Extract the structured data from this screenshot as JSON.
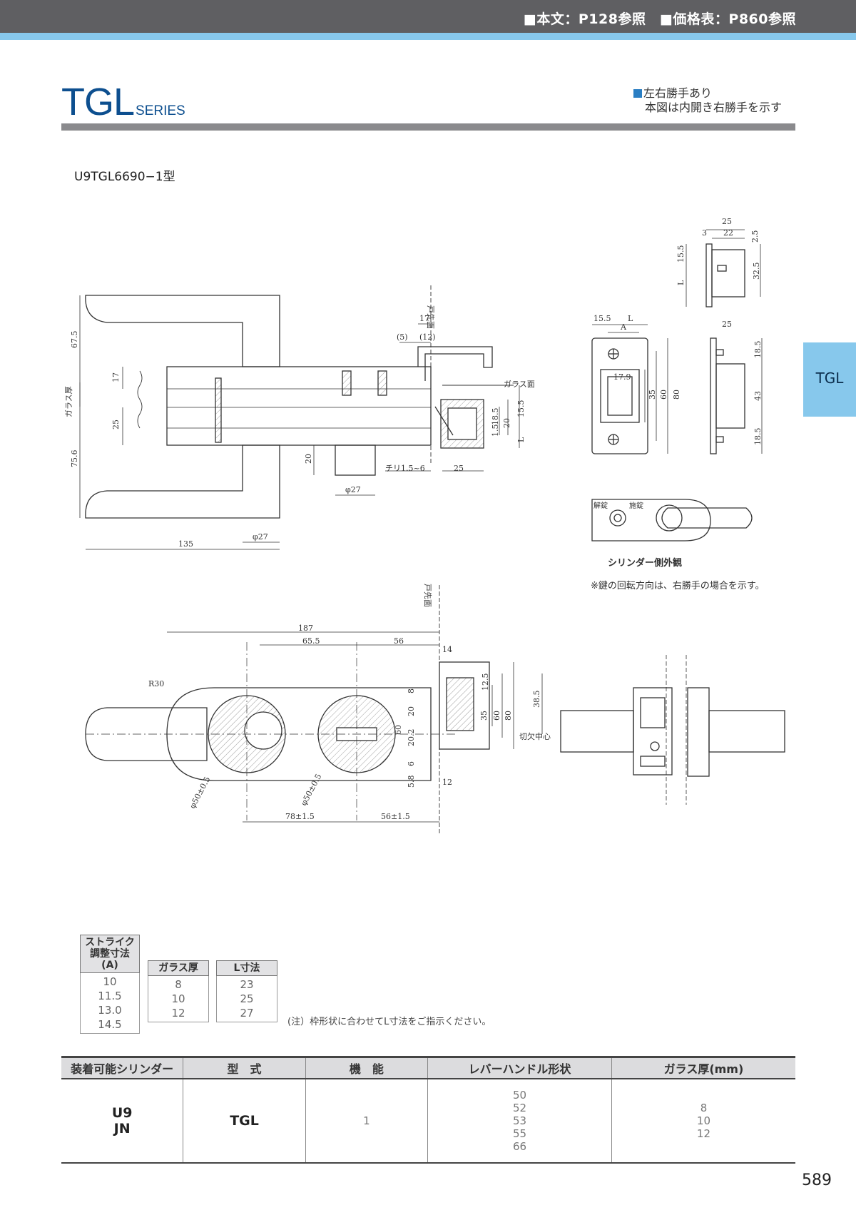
{
  "header": {
    "refs": "■本文：P128参照　■価格表：P860参照"
  },
  "series": {
    "name": "TGL",
    "suffix": "SERIES"
  },
  "note": {
    "line1": "左右勝手あり",
    "line2": "本図は内開き右勝手を示す"
  },
  "model": "U9TGL6690−1型",
  "side_tab": "TGL",
  "drawing_labels": {
    "door_face": "戸先面",
    "glass_face": "ガラス面",
    "glass_thickness": "ガラス厚",
    "d135": "135",
    "d67_5": "67.5",
    "d75_6": "75.6",
    "d17a": "17",
    "d25a": "25",
    "d20a": "20",
    "phi27a": "φ27",
    "phi27b": "φ27",
    "d17b": "17",
    "d5": "(5)",
    "d12p": "(12)",
    "chamfer": "チリ1.5~6",
    "d25b": "25",
    "d18_5": "18.5",
    "d1_5": "1.5",
    "d20b": "20",
    "d15_5": "15.5",
    "dL": "L",
    "sA": "A",
    "s15_5": "15.5",
    "sL": "L",
    "s17_9": "17.9",
    "s35": "35",
    "s60": "60",
    "s80": "80",
    "t25a": "25",
    "t3": "3",
    "t22": "22",
    "t2_5": "2.5",
    "t15_5": "15.5",
    "tL": "L",
    "t32_5": "32.5",
    "t25b": "25",
    "t18_5a": "18.5",
    "t43": "43",
    "t18_5b": "18.5",
    "unlock": "解錠",
    "lock": "施錠",
    "b187": "187",
    "b65_5": "65.5",
    "b56": "56",
    "bR30": "R30",
    "b14": "14",
    "b12_5": "12.5",
    "b35": "35",
    "b60": "60",
    "b80": "80",
    "b38_5": "38.5",
    "b8": "8",
    "b20": "20",
    "b60v": "60",
    "b20_2": "20.2",
    "b6": "6",
    "b5_8": "5.8",
    "b12": "12",
    "bphi1": "φ50±0.5",
    "bphi2": "φ50±0.5",
    "b78": "78±1.5",
    "b56pm": "56±1.5",
    "cut_center": "切欠中心"
  },
  "captions": {
    "cylinder_view": "シリンダー側外観",
    "key_note": "※鍵の回転方向は、右勝手の場合を示す。",
    "table_note": "(注）枠形状に合わせてL寸法をご指示ください。"
  },
  "strike_table": {
    "header": "ストライク調整寸法(A)",
    "values": [
      "10",
      "11.5",
      "13.0",
      "14.5"
    ]
  },
  "glass_table": {
    "header": "ガラス厚",
    "values": [
      "8",
      "10",
      "12"
    ]
  },
  "l_table": {
    "header": "L寸法",
    "values": [
      "23",
      "25",
      "27"
    ]
  },
  "main_table": {
    "headers": [
      "装着可能シリンダー",
      "型　式",
      "機　能",
      "レバーハンドル形状",
      "ガラス厚(mm)"
    ],
    "row": {
      "cylinders": [
        "U9",
        "JN"
      ],
      "model": "TGL",
      "function": "1",
      "handles": [
        "50",
        "52",
        "53",
        "55",
        "66"
      ],
      "glass": [
        "8",
        "10",
        "12"
      ]
    }
  },
  "page_number": "589"
}
